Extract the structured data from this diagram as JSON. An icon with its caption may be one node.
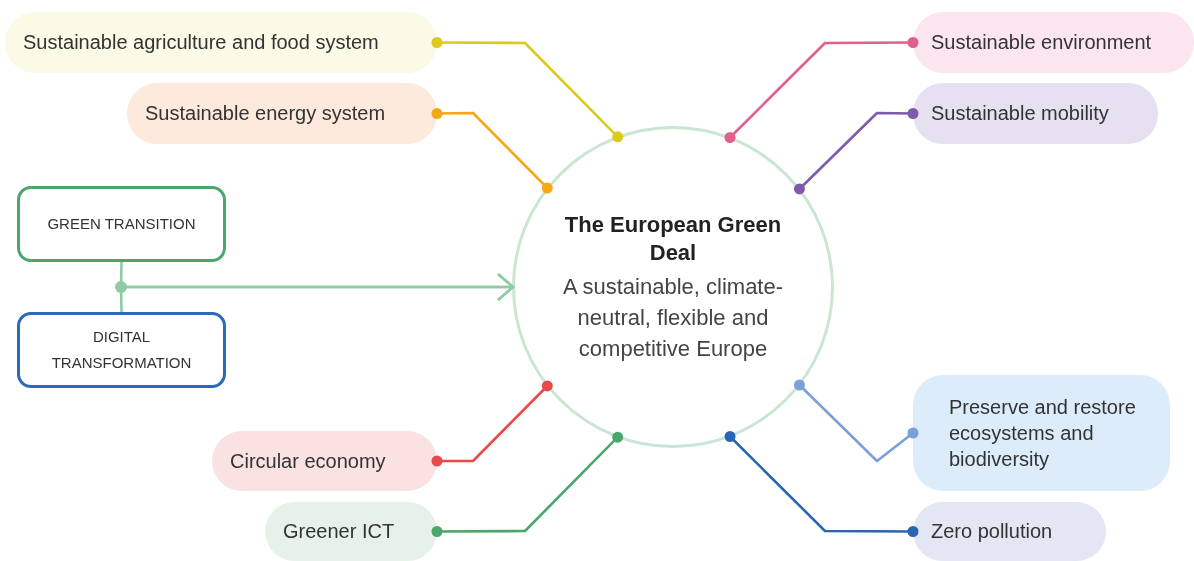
{
  "diagram": {
    "nodes": [
      {
        "text": [
          "The European Green Deal",
          "A sustainable, climate-neutral, flexible and competitive Europe"
        ]
      },
      {
        "text": [
          "Sustainable agriculture and food system"
        ]
      },
      {
        "text": [
          "Sustainable energy system"
        ]
      },
      {
        "text": [
          "GREEN TRANSITION"
        ]
      },
      {
        "text": [
          "DIGITAL TRANSFORMATION"
        ]
      },
      {
        "text": [
          "Circular economy"
        ]
      },
      {
        "text": [
          "Greener ICT"
        ]
      },
      {
        "text": [
          "Sustainable environment"
        ]
      },
      {
        "text": [
          "Sustainable mobility"
        ]
      },
      {
        "text": [
          "Preserve and restore ecosystems and biodiversity"
        ]
      },
      {
        "text": [
          "Zero pollution"
        ]
      }
    ],
    "edges": [
      {
        "from": 1,
        "to": 0,
        "arrow": "other",
        "color": "#dccb1e"
      },
      {
        "from": 2,
        "to": 0,
        "arrow": "other",
        "color": "#f5a816"
      },
      {
        "from": 3,
        "to": 0,
        "arrow": "to",
        "color": "#8fcca6"
      },
      {
        "from": 4,
        "to": 0,
        "arrow": "to",
        "color": "#8fcca6"
      },
      {
        "from": 5,
        "to": 0,
        "arrow": "other",
        "color": "#e84a4a"
      },
      {
        "from": 6,
        "to": 0,
        "arrow": "other",
        "color": "#4aa66a"
      },
      {
        "from": 7,
        "to": 0,
        "arrow": "other",
        "color": "#e0608a"
      },
      {
        "from": 8,
        "to": 0,
        "arrow": "other",
        "color": "#7e5aac"
      },
      {
        "from": 9,
        "to": 0,
        "arrow": "other",
        "color": "#7aa0d8"
      },
      {
        "from": 10,
        "to": 0,
        "arrow": "other",
        "color": "#2a64b4"
      }
    ]
  }
}
